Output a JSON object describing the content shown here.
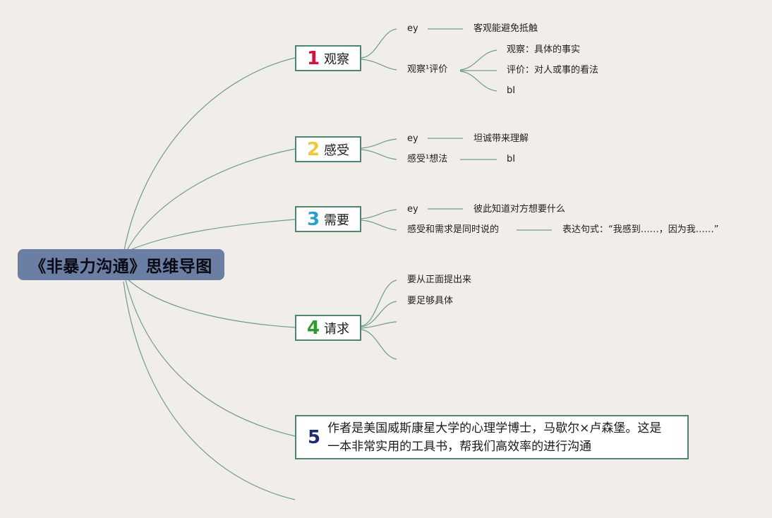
{
  "root": {
    "title": "《非暴力沟通》思维导图"
  },
  "branches": [
    {
      "number": "1",
      "label": "观察",
      "color": "#d4143a",
      "leaves": [
        {
          "text": "eу",
          "child": "客观能避免抵触"
        },
        {
          "text": "观察¹评价",
          "children": [
            "观察：具体的事实",
            "评价：对人或事的看法",
            "bI"
          ]
        }
      ]
    },
    {
      "number": "2",
      "label": "感受",
      "color": "#f0c93a",
      "leaves": [
        {
          "text": "eу",
          "child": "坦诚带来理解"
        },
        {
          "text": "感受¹想法",
          "child": "bI"
        }
      ]
    },
    {
      "number": "3",
      "label": "需要",
      "color": "#2a9fd4",
      "leaves": [
        {
          "text": "eу",
          "child": "彼此知道对方想要什么"
        },
        {
          "text": "感受和需求是同时说的",
          "child": "表达句式：“我感到……，因为我……”"
        }
      ]
    },
    {
      "number": "4",
      "label": "请求",
      "color": "#2f9a2f",
      "leaves": [
        {
          "text": "要从正面提出来"
        },
        {
          "text": "要足够具体"
        },
        {
          "text": ""
        },
        {
          "text": ""
        }
      ]
    },
    {
      "number": "5",
      "color": "#1c2c6e",
      "description_line1": "作者是美国威斯康星大学的心理学博士，马歇尔×卢森堡。这是",
      "description_line2": "一本非常实用的工具书，帮我们高效率的进行沟通"
    }
  ],
  "colors": {
    "background": "#f1ede8",
    "root_fill": "#6b7ea3",
    "connector": "#6f9e88",
    "branch_border": "#4f8672"
  }
}
